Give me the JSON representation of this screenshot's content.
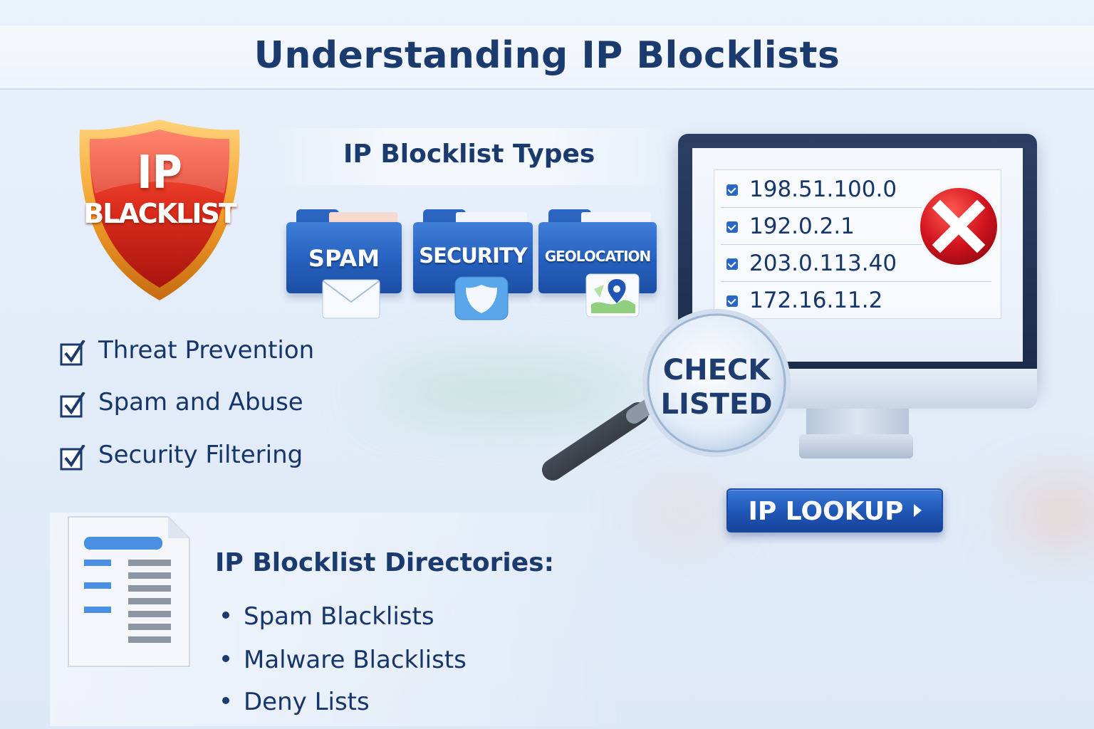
{
  "header": {
    "title": "Understanding IP Blocklists"
  },
  "shield": {
    "line1": "IP",
    "line2": "BLACKLIST"
  },
  "types": {
    "title": "IP Blocklist Types",
    "folders": [
      {
        "label": "SPAM",
        "icon": "envelope-icon"
      },
      {
        "label": "SECURITY",
        "icon": "shield-icon"
      },
      {
        "label": "GEOLOCATION",
        "icon": "map-pin-icon"
      }
    ]
  },
  "benefits": [
    "Threat Prevention",
    "Spam and Abuse",
    "Security Filtering"
  ],
  "directories": {
    "title": "IP Blocklist Directories:",
    "items": [
      "Spam Blacklists",
      "Malware Blacklists",
      "Deny Lists"
    ]
  },
  "ip_list": [
    "198.51.100.0",
    "192.0.2.1",
    "203.0.113.40",
    "172.16.11.2"
  ],
  "magnifier": {
    "line1": "CHECK",
    "line2": "LISTED"
  },
  "lookup_button": {
    "label": "IP LOOKUP"
  },
  "colors": {
    "primary_blue": "#1f56b5",
    "navy_text": "#1b3a6e",
    "shield_red": "#d8261f",
    "shield_gold": "#f3a12a",
    "reject_red": "#c8141e"
  }
}
